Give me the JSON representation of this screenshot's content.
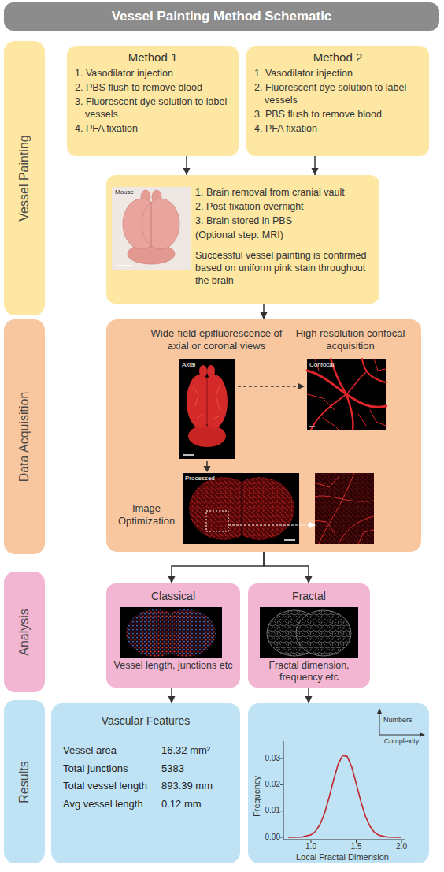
{
  "diagram": {
    "title": "Vessel Painting Method Schematic",
    "nodes": [
      {
        "text": [
          "Vessel Painting"
        ]
      },
      {
        "text": [
          "Method 1",
          "1. Vasodilator injection",
          "2. PBS flush to remove blood",
          "3. Fluorescent dye solution to label vessels",
          "4. PFA fixation"
        ]
      },
      {
        "text": [
          "Method 2",
          "1. Vasodilator injection",
          "2. Fluorescent dye solution to label vessels",
          "3. PBS flush to remove blood",
          "4. PFA fixation"
        ]
      },
      {
        "text": [
          "1. Brain removal from cranial vault",
          "2. Post-fixation overnight",
          "3. Brain stored in PBS",
          "(Optional step: MRI)",
          "Successful vessel painting is confirmed based on uniform pink stain throughout the brain"
        ]
      },
      {
        "text": [
          "Data Acquisition"
        ]
      },
      {
        "text": [
          "Wide-field epifluorescence of axial or coronal views",
          "High resolution confocal acquisition",
          "Image Optimization"
        ]
      },
      {
        "text": [
          "Analysis"
        ]
      },
      {
        "text": [
          "Classical",
          "Vessel length, junctions etc"
        ]
      },
      {
        "text": [
          "Fractal",
          "Fractal dimension, frequency etc"
        ]
      },
      {
        "text": [
          "Results"
        ]
      },
      {
        "text": [
          "Vascular Features"
        ]
      },
      {
        "text": [
          "Frequency",
          "Local Fractal Dimension"
        ]
      }
    ],
    "edges": [
      {
        "from": 1,
        "to": 3,
        "arrow": "to"
      },
      {
        "from": 2,
        "to": 3,
        "arrow": "to"
      },
      {
        "from": 3,
        "to": 5,
        "arrow": "to"
      },
      {
        "from": 5,
        "to": 7,
        "arrow": "to"
      },
      {
        "from": 5,
        "to": 8,
        "arrow": "to"
      },
      {
        "from": 7,
        "to": 10,
        "arrow": "to"
      },
      {
        "from": 8,
        "to": 11,
        "arrow": "to"
      }
    ],
    "labels": [
      "Mouse",
      "Axial",
      "Confocal",
      "Processed",
      "Vessel area",
      "16.32 mm²",
      "Total junctions",
      "5383",
      "Total vessel length",
      "893.39 mm",
      "Avg vessel length",
      "0.12 mm",
      "Numbers",
      "Complexity",
      "0.03",
      "0.02",
      "0.01",
      "0.00",
      "1.0",
      "1.5",
      "2.0"
    ]
  }
}
